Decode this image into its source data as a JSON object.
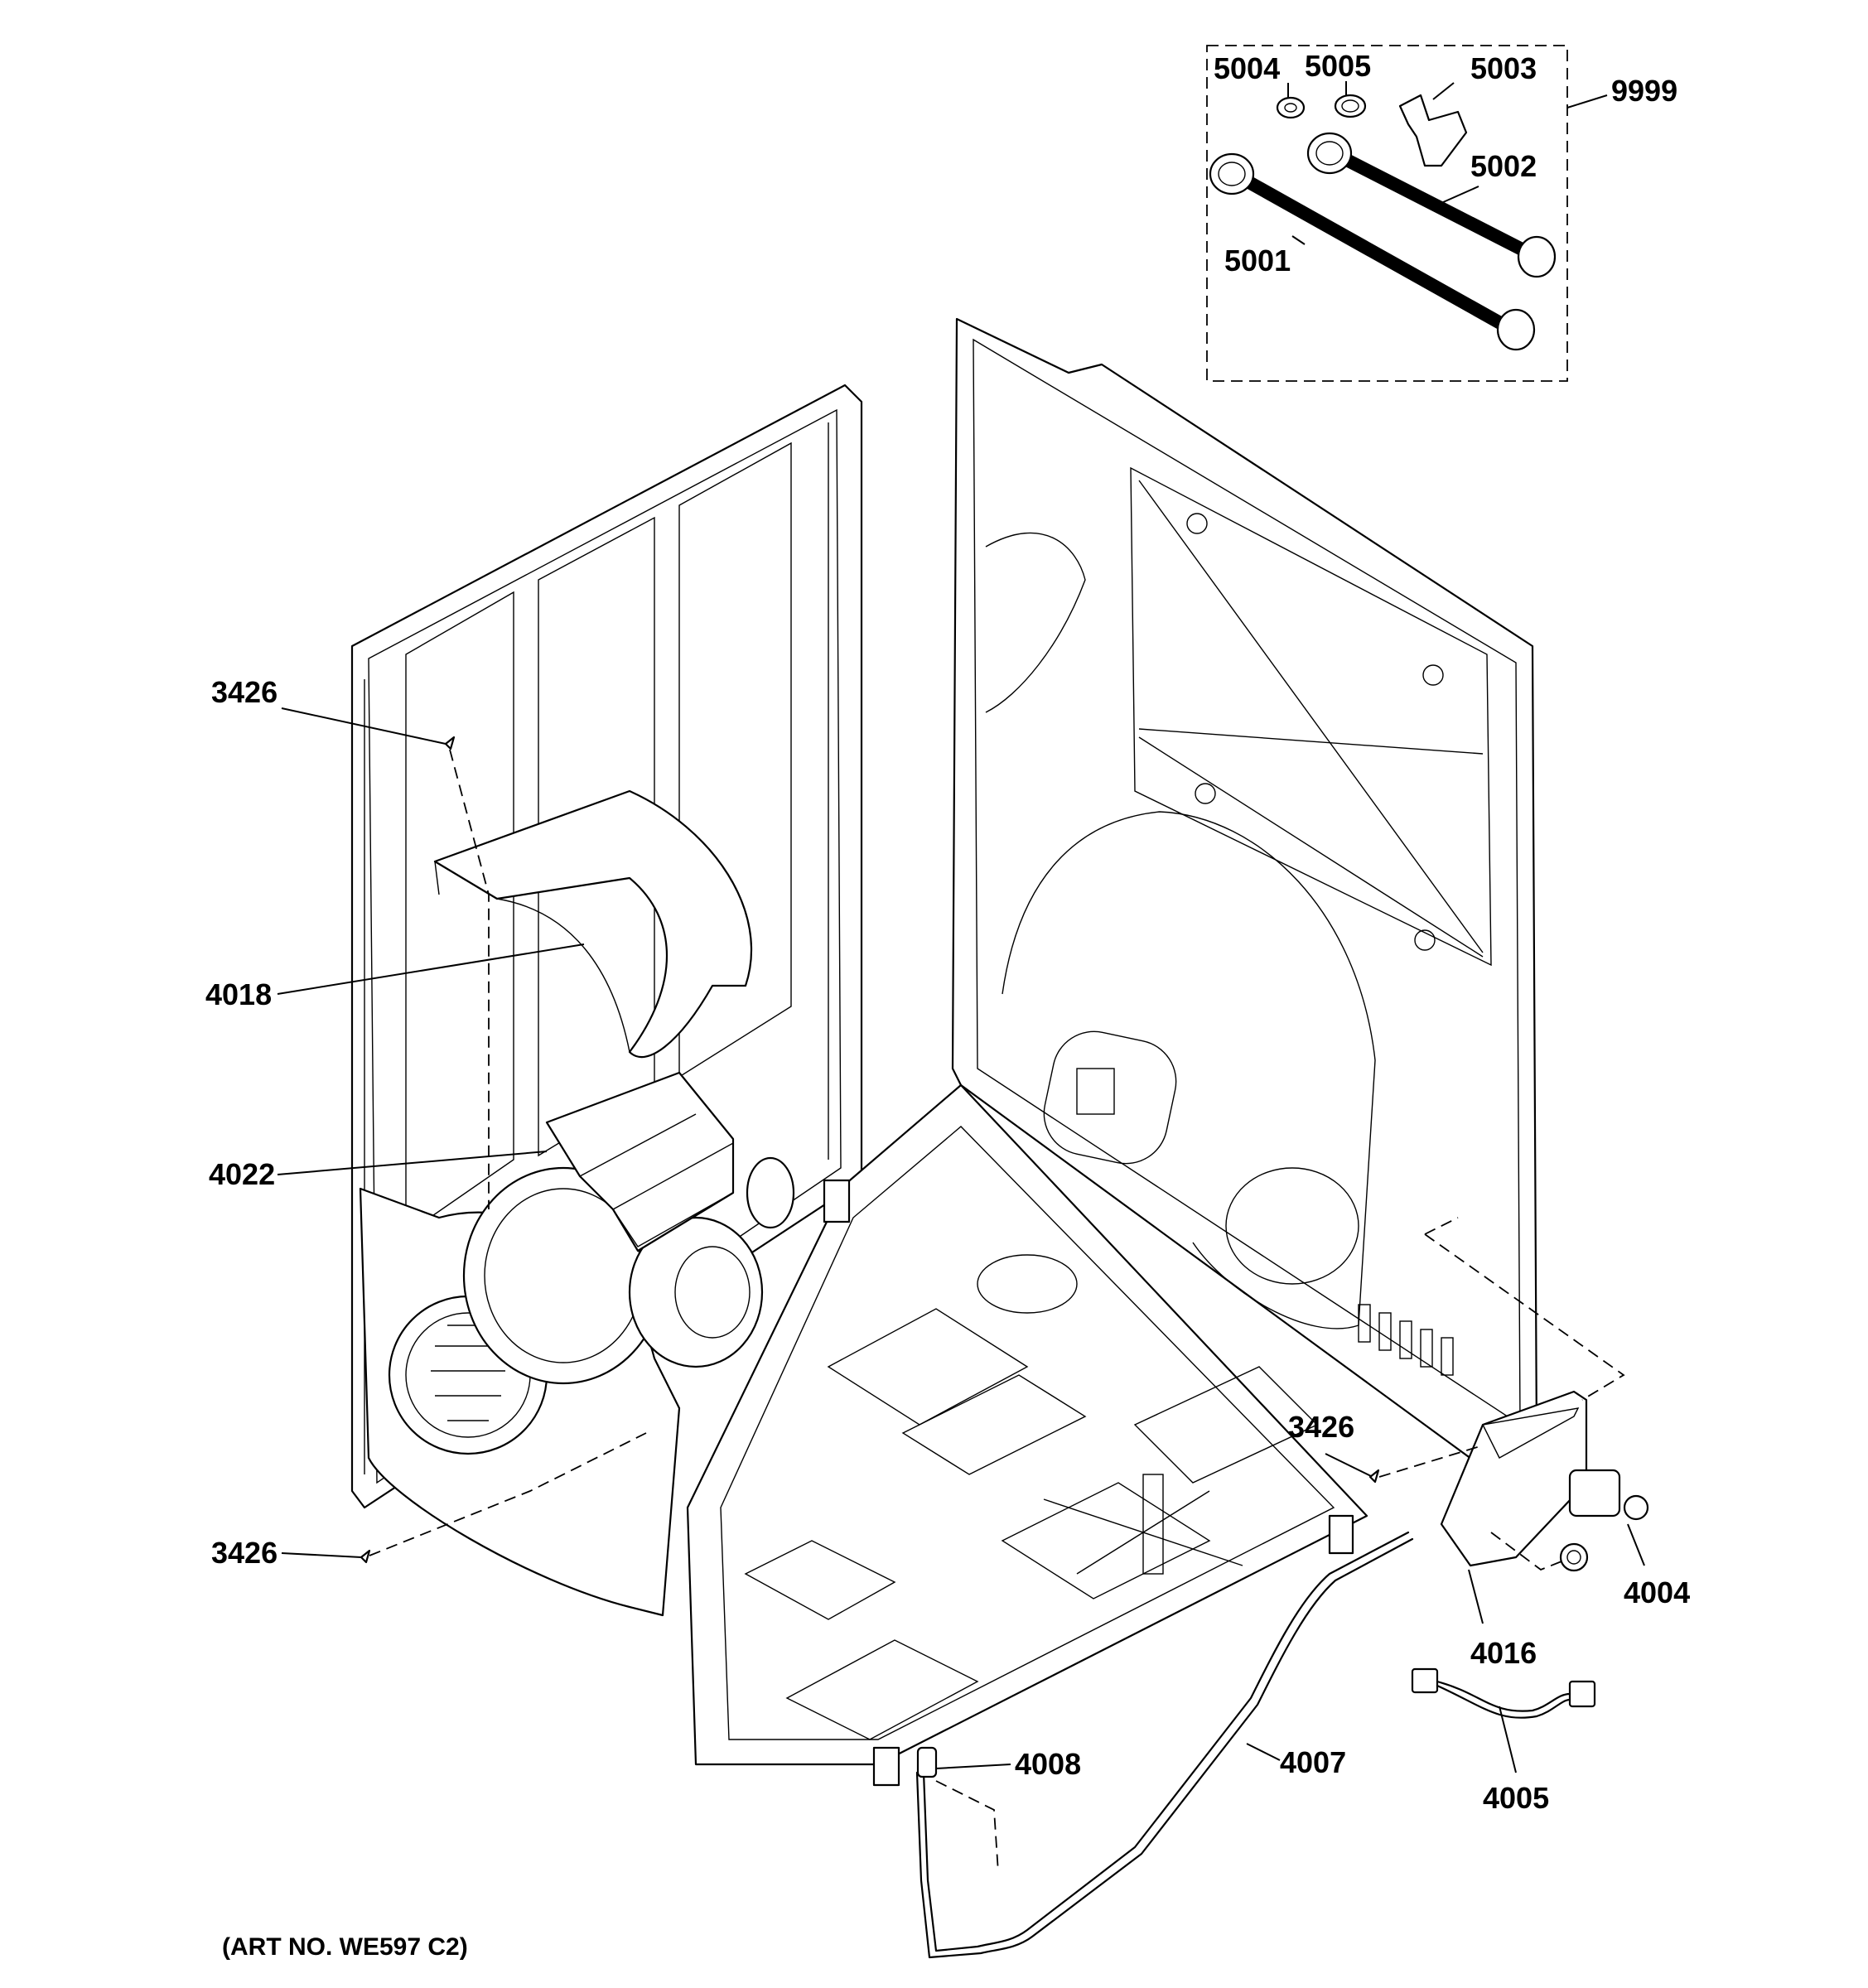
{
  "diagram": {
    "caption": "(ART NO. WE597 C2)",
    "kit_group_label": "9999",
    "callouts": [
      {
        "id": "3426-top",
        "text": "3426"
      },
      {
        "id": "4018",
        "text": "4018"
      },
      {
        "id": "4022",
        "text": "4022"
      },
      {
        "id": "3426-bottom",
        "text": "3426"
      },
      {
        "id": "3426-right",
        "text": "3426"
      },
      {
        "id": "4016",
        "text": "4016"
      },
      {
        "id": "4004",
        "text": "4004"
      },
      {
        "id": "4005",
        "text": "4005"
      },
      {
        "id": "4007",
        "text": "4007"
      },
      {
        "id": "4008",
        "text": "4008"
      },
      {
        "id": "5001",
        "text": "5001"
      },
      {
        "id": "5002",
        "text": "5002"
      },
      {
        "id": "5003",
        "text": "5003"
      },
      {
        "id": "5004",
        "text": "5004"
      },
      {
        "id": "5005",
        "text": "5005"
      }
    ]
  }
}
